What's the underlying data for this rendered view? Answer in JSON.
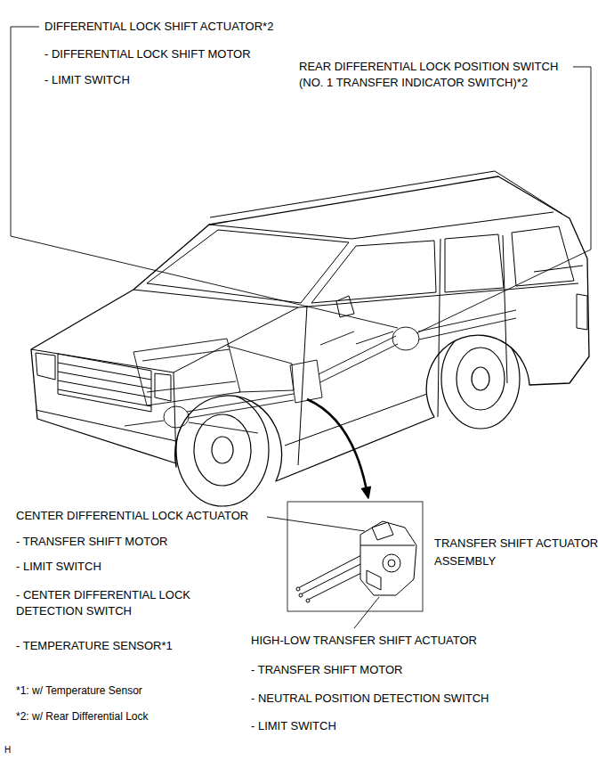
{
  "diagram": {
    "labels": [
      "DIFFERENTIAL LOCK SHIFT ACTUATOR*2",
      "- DIFFERENTIAL LOCK SHIFT MOTOR",
      "- LIMIT SWITCH",
      "REAR DIFFERENTIAL LOCK POSITION SWITCH (NO. 1 TRANSFER INDICATOR SWITCH)*2",
      "CENTER DIFFERENTIAL LOCK ACTUATOR",
      "- TRANSFER SHIFT MOTOR",
      "- LIMIT SWITCH",
      "- CENTER DIFFERENTIAL LOCK DETECTION SWITCH",
      "- TEMPERATURE SENSOR*1",
      "*1: w/ Temperature Sensor",
      "*2: w/ Rear Differential Lock",
      "TRANSFER SHIFT ACTUATOR ASSEMBLY",
      "HIGH-LOW TRANSFER SHIFT ACTUATOR",
      "- TRANSFER SHIFT MOTOR",
      "- NEUTRAL POSITION DETECTION SWITCH",
      "- LIMIT SWITCH",
      "H"
    ]
  }
}
